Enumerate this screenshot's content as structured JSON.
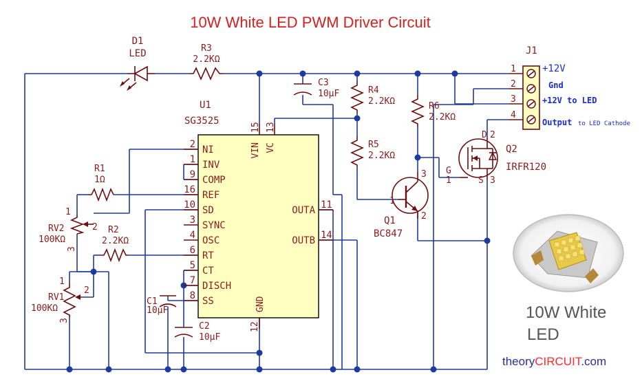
{
  "title": "10W White LED PWM Driver Circuit",
  "components": {
    "d1": {
      "ref": "D1",
      "value": "LED"
    },
    "r3": {
      "ref": "R3",
      "value": "2.2KΩ"
    },
    "u1": {
      "ref": "U1",
      "value": "SG3525"
    },
    "c3": {
      "ref": "C3",
      "value": "10μF"
    },
    "r4": {
      "ref": "R4",
      "value": "2.2KΩ"
    },
    "r5": {
      "ref": "R5",
      "value": "2.2KΩ"
    },
    "r6": {
      "ref": "R6",
      "value": "2.2KΩ"
    },
    "j1": {
      "ref": "J1"
    },
    "q1": {
      "ref": "Q1",
      "value": "BC847"
    },
    "q2": {
      "ref": "Q2",
      "value": "IRFR120"
    },
    "r1": {
      "ref": "R1",
      "value": "1Ω"
    },
    "rv2": {
      "ref": "RV2",
      "value": "100KΩ"
    },
    "r2": {
      "ref": "R2",
      "value": "2.2KΩ"
    },
    "rv1": {
      "ref": "RV1",
      "value": "100KΩ"
    },
    "c1": {
      "ref": "C1",
      "value": "10μF"
    },
    "c2": {
      "ref": "C2",
      "value": "10μF"
    }
  },
  "ic_pins_left": [
    {
      "num": "2",
      "name": "NI"
    },
    {
      "num": "1",
      "name": "INV"
    },
    {
      "num": "9",
      "name": "COMP"
    },
    {
      "num": "16",
      "name": "REF"
    },
    {
      "num": "10",
      "name": "SD"
    },
    {
      "num": "3",
      "name": "SYNC"
    },
    {
      "num": "4",
      "name": "OSC"
    },
    {
      "num": "6",
      "name": "RT"
    },
    {
      "num": "5",
      "name": "CT"
    },
    {
      "num": "7",
      "name": "DISCH"
    },
    {
      "num": "8",
      "name": "SS"
    }
  ],
  "ic_pins_right": [
    {
      "num": "11",
      "name": "OUTA"
    },
    {
      "num": "14",
      "name": "OUTB"
    }
  ],
  "ic_pins_top": [
    {
      "num": "15",
      "name": "VIN"
    },
    {
      "num": "13",
      "name": "VC"
    }
  ],
  "ic_pins_bottom": [
    {
      "num": "12",
      "name": "GND"
    }
  ],
  "pin_numbers": {
    "pot_1": "1",
    "pot_2": "2",
    "pot_3": "3",
    "q_1": "1",
    "q_2": "2",
    "q_3": "3",
    "gate": "G",
    "drain": "D",
    "source": "S"
  },
  "connector_pins": [
    {
      "num": "1",
      "label": "+12V"
    },
    {
      "num": "2",
      "label": "Gnd"
    },
    {
      "num": "3",
      "label": "+12V to LED"
    },
    {
      "num": "4",
      "label": "Output",
      "sub": "to LED Cathode"
    }
  ],
  "photo_caption": {
    "line1": "10W White",
    "line2": "LED"
  },
  "brand": {
    "part1": "theory",
    "part2": "CIRCUIT",
    "part3": ".com"
  },
  "colors": {
    "wire": "#1e3aa0",
    "component": "#6b0e0e",
    "ic_fill": "#ffffc2",
    "title": "#d62020"
  }
}
